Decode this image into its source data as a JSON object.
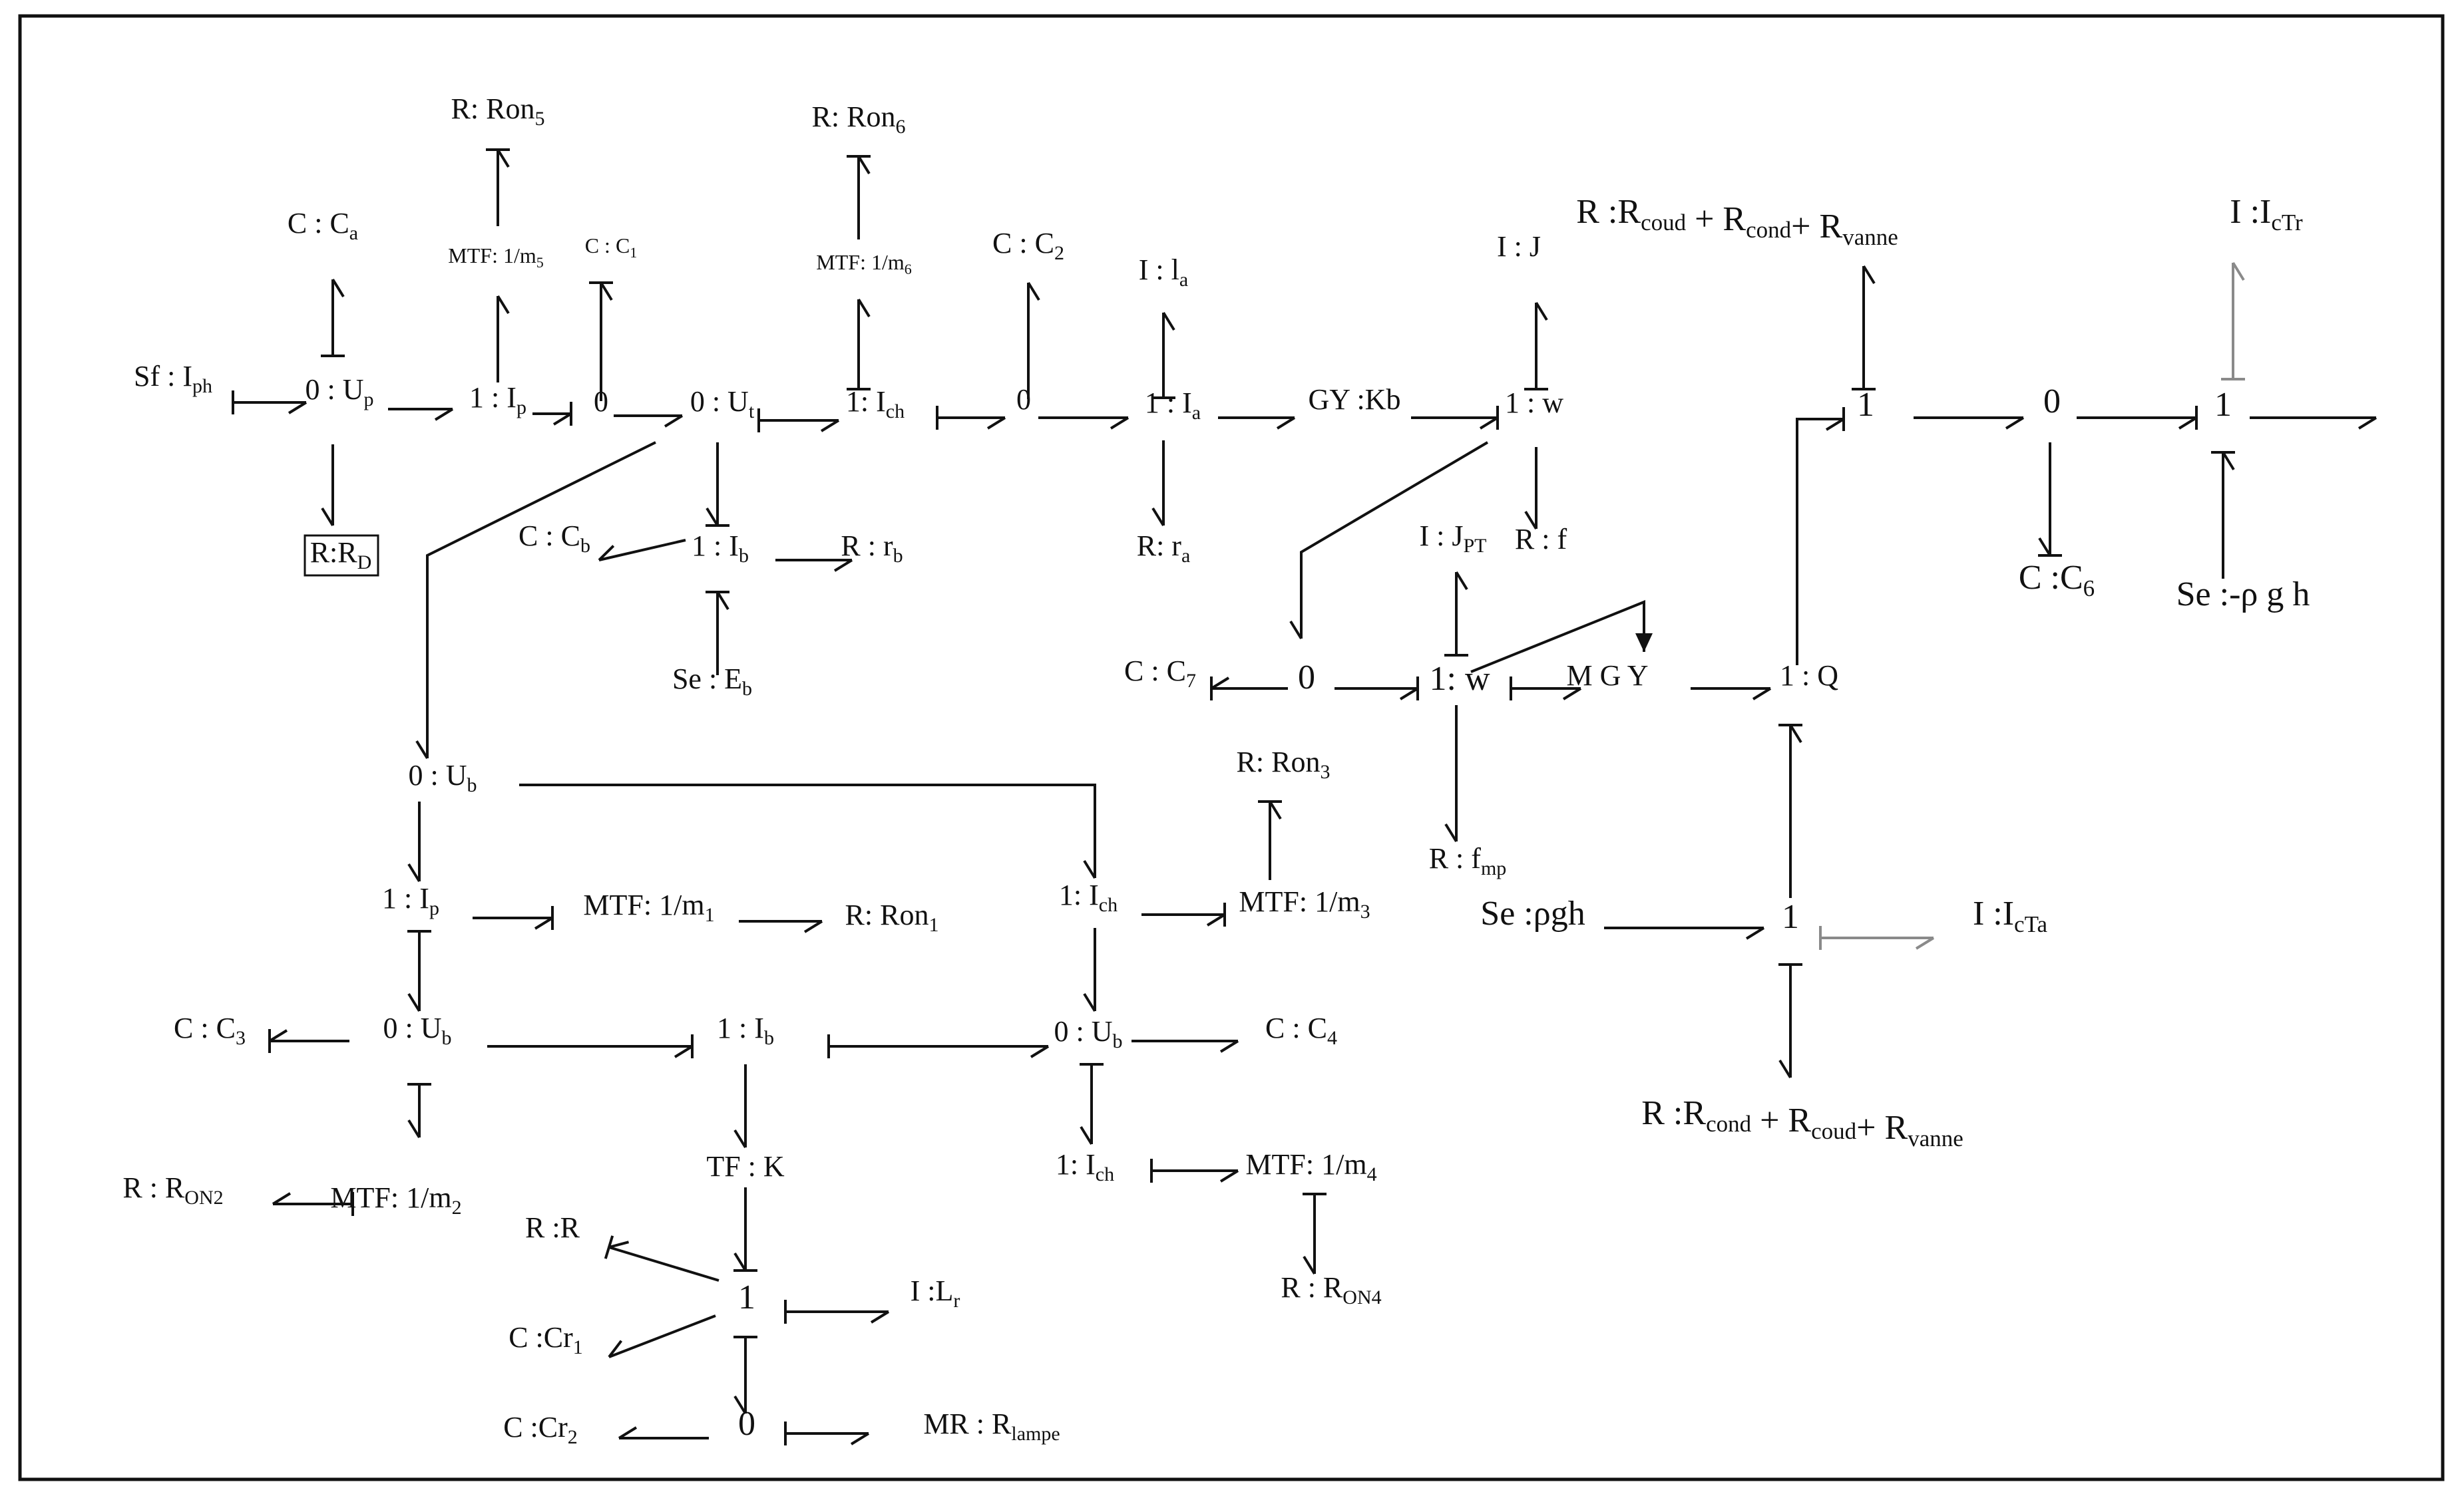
{
  "nodes": {
    "sf_iph": {
      "t": "Sf : I",
      "s": "ph"
    },
    "j0_up": {
      "t": "0 : U",
      "s": "p"
    },
    "c_ca": {
      "t": "C : C",
      "s": "a"
    },
    "r_rd": {
      "t": "R:R",
      "s": "D"
    },
    "j1_ip": {
      "t": "1 : I",
      "s": "p"
    },
    "mtf_m5": {
      "t": "MTF: 1/m",
      "s": "5"
    },
    "r_ron5": {
      "t": "R: Ron",
      "s": "5"
    },
    "j0_small": {
      "t": "0",
      "s": ""
    },
    "c_c1": {
      "t": "C : C",
      "s": "1"
    },
    "j0_ut": {
      "t": "0 : U",
      "s": "t"
    },
    "j1_ib": {
      "t": "1 : I",
      "s": "b"
    },
    "c_cb": {
      "t": "C : C",
      "s": "b"
    },
    "r_rb": {
      "t": "R : r",
      "s": "b"
    },
    "se_eb": {
      "t": "Se  : E",
      "s": "b"
    },
    "j1_ich_top": {
      "t": "1: I",
      "s": "ch"
    },
    "mtf_m6": {
      "t": "MTF: 1/m",
      "s": "6"
    },
    "r_ron6": {
      "t": "R: Ron",
      "s": "6"
    },
    "j0_c2": {
      "t": "0",
      "s": ""
    },
    "c_c2": {
      "t": "C : C",
      "s": "2"
    },
    "j1_ia": {
      "t": "1 : I",
      "s": "a"
    },
    "i_la": {
      "t": "I : l",
      "s": "a"
    },
    "r_ra": {
      "t": "R: r",
      "s": "a"
    },
    "gy_kb": {
      "t": "GY :Kb",
      "s": ""
    },
    "j1_w": {
      "t": "1 : w",
      "s": ""
    },
    "i_j": {
      "t": "I : J",
      "s": ""
    },
    "r_f": {
      "t": "R : f",
      "s": ""
    },
    "i_jpt": {
      "t": "I : J",
      "s": "PT"
    },
    "j0_c7": {
      "t": "0",
      "s": ""
    },
    "c_c7": {
      "t": "C : C",
      "s": "7"
    },
    "j1_w2": {
      "t": "1: w",
      "s": ""
    },
    "r_fmp": {
      "t": "R : f",
      "s": "mp"
    },
    "mgy": {
      "t": "M G Y",
      "s": ""
    },
    "j1_q": {
      "t": "1 : Q",
      "s": ""
    },
    "j1_a": {
      "t": "1",
      "s": ""
    },
    "r_top": {
      "t": "R :R",
      "s": "coud",
      "t2": " + R",
      "s2": "cond",
      "t3": "+ R",
      "s3": "vanne"
    },
    "j0_b": {
      "t": "0",
      "s": ""
    },
    "c_c6": {
      "t": "C :C",
      "s": "6"
    },
    "j1_c": {
      "t": "1",
      "s": ""
    },
    "i_ictr": {
      "t": "I :I",
      "s": "cTr"
    },
    "se_rgh": {
      "t": "Se :-ρ g h",
      "s": ""
    },
    "se_pgh": {
      "t": "Se :ρgh",
      "s": ""
    },
    "j1_d": {
      "t": "1",
      "s": ""
    },
    "i_icta": {
      "t": "I :I",
      "s": "cTa"
    },
    "r_bot": {
      "t": "R :R",
      "s": "cond",
      "t2": " + R",
      "s2": "coud",
      "t3": "+ R",
      "s3": "vanne"
    },
    "j0_ub1": {
      "t": "0 : U",
      "s": "b"
    },
    "j1_ip2": {
      "t": "1 : I",
      "s": "p"
    },
    "mtf_m1": {
      "t": "MTF: 1/m",
      "s": "1"
    },
    "r_ron1": {
      "t": "R: Ron",
      "s": "1"
    },
    "j0_ub2": {
      "t": "0 : U",
      "s": "b"
    },
    "c_c3": {
      "t": "C : C",
      "s": "3"
    },
    "mtf_m2": {
      "t": "MTF: 1/m",
      "s": "2"
    },
    "r_ron2": {
      "t": "R : R",
      "s": "ON2"
    },
    "j1_ib2": {
      "t": "1 : I",
      "s": "b"
    },
    "tf_k": {
      "t": "TF : K",
      "s": ""
    },
    "j1_r": {
      "t": "1",
      "s": ""
    },
    "r_r": {
      "t": "R :R",
      "s": ""
    },
    "c_cr1": {
      "t": "C :Cr",
      "s": "1"
    },
    "i_lr": {
      "t": "I :L",
      "s": "r"
    },
    "j0_lamp": {
      "t": "0",
      "s": ""
    },
    "c_cr2": {
      "t": "C :Cr",
      "s": "2"
    },
    "mr_lamp": {
      "t": "MR : R",
      "s": "lampe"
    },
    "j1_ich_mid": {
      "t": "1: I",
      "s": "ch"
    },
    "mtf_m3": {
      "t": "MTF: 1/m",
      "s": "3"
    },
    "r_ron3": {
      "t": "R: Ron",
      "s": "3"
    },
    "j0_ub3": {
      "t": "0 : U",
      "s": "b"
    },
    "c_c4": {
      "t": "C : C",
      "s": "4"
    },
    "j1_ich_bot": {
      "t": "1: I",
      "s": "ch"
    },
    "mtf_m4": {
      "t": "MTF: 1/m",
      "s": "4"
    },
    "r_ron4": {
      "t": "R : R",
      "s": "ON4"
    }
  }
}
